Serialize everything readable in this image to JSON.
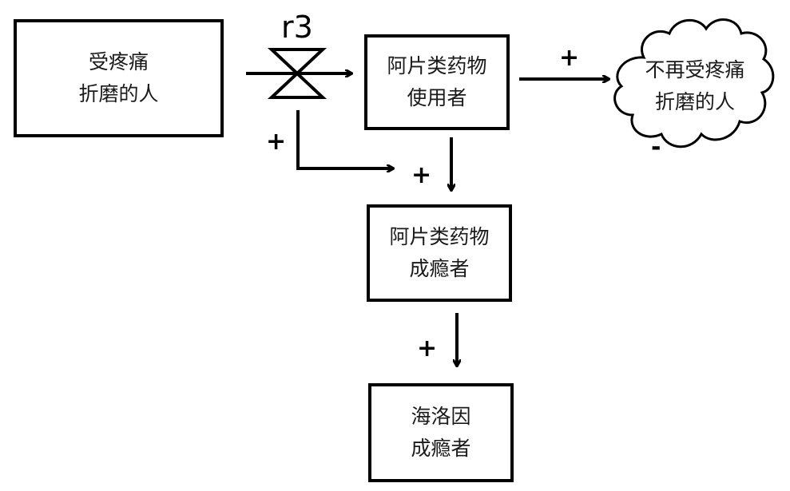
{
  "boxes": {
    "sufferers": {
      "line1": "受疼痛",
      "line2": "折磨的人"
    },
    "users": {
      "line1": "阿片类药物",
      "line2": "使用者"
    },
    "addicts": {
      "line1": "阿片类药物",
      "line2": "成瘾者"
    },
    "heroin": {
      "line1": "海洛因",
      "line2": "成瘾者"
    }
  },
  "cloud": {
    "line1": "不再受疼痛",
    "line2": "折磨的人"
  },
  "valve": {
    "label": "r3"
  },
  "signs": {
    "users_to_cloud": "+",
    "valve_branch": "+",
    "branch_to_addicts": "+",
    "addicts_to_heroin": "+",
    "cloud_minus": "-"
  }
}
